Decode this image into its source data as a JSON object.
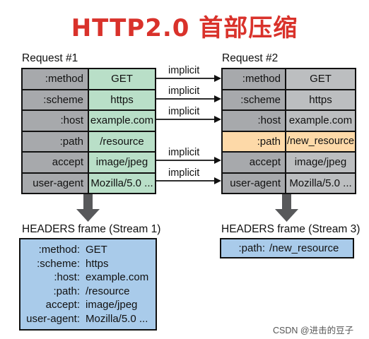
{
  "title": "HTTP2.0 首部压缩",
  "request1": {
    "caption": "Request #1",
    "rows": [
      {
        "key": ":method",
        "value": "GET"
      },
      {
        "key": ":scheme",
        "value": "https"
      },
      {
        "key": ":host",
        "value": "example.com"
      },
      {
        "key": ":path",
        "value": "/resource"
      },
      {
        "key": "accept",
        "value": "image/jpeg"
      },
      {
        "key": "user-agent",
        "value": "Mozilla/5.0 ..."
      }
    ]
  },
  "request2": {
    "caption": "Request #2",
    "rows": [
      {
        "key": ":method",
        "value": "GET"
      },
      {
        "key": ":scheme",
        "value": "https"
      },
      {
        "key": ":host",
        "value": "example.com"
      },
      {
        "key": ":path",
        "value": "/new_resource"
      },
      {
        "key": "accept",
        "value": "image/jpeg"
      },
      {
        "key": "user-agent",
        "value": "Mozilla/5.0 ..."
      }
    ]
  },
  "implicit_label": "implicit",
  "frame1": {
    "caption": "HEADERS frame (Stream 1)",
    "rows": [
      {
        "key": ":method:",
        "value": "GET"
      },
      {
        "key": ":scheme:",
        "value": "https"
      },
      {
        "key": ":host:",
        "value": "example.com"
      },
      {
        "key": ":path:",
        "value": "/resource"
      },
      {
        "key": "accept:",
        "value": "image/jpeg"
      },
      {
        "key": "user-agent:",
        "value": "Mozilla/5.0 ..."
      }
    ]
  },
  "frame2": {
    "caption": "HEADERS frame (Stream 3)",
    "rows": [
      {
        "key": ":path:",
        "value": "/new_resource"
      }
    ]
  },
  "watermark": "CSDN @进击的豆子",
  "colors": {
    "title": "#d9322b",
    "key_cell": "#a7a9ac",
    "value_cell_req1": "#b9dfc8",
    "value_cell_req2": "#bcbec0",
    "changed_row": "#fdd9a8",
    "frame_fill": "#a9cbea",
    "arrow": "#58595b"
  }
}
